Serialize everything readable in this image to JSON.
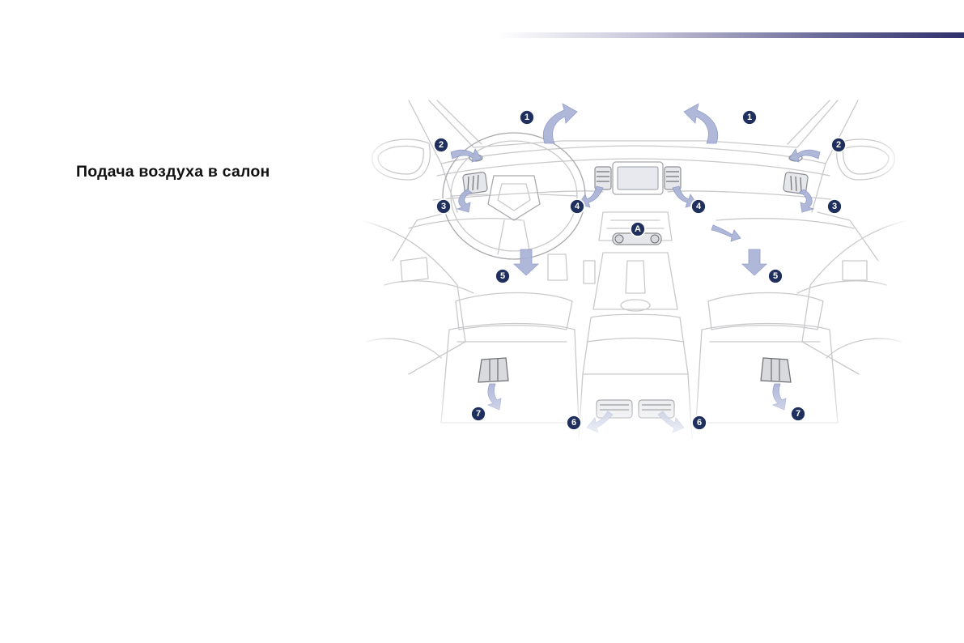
{
  "page": {
    "section_title": "Подача воздуха в салон"
  },
  "diagram": {
    "callouts": [
      {
        "id": "1-left",
        "label": "1"
      },
      {
        "id": "1-right",
        "label": "1"
      },
      {
        "id": "2-left",
        "label": "2"
      },
      {
        "id": "2-right",
        "label": "2"
      },
      {
        "id": "3-left",
        "label": "3"
      },
      {
        "id": "3-right",
        "label": "3"
      },
      {
        "id": "4-left",
        "label": "4"
      },
      {
        "id": "4-right",
        "label": "4"
      },
      {
        "id": "5-left",
        "label": "5"
      },
      {
        "id": "5-right",
        "label": "5"
      },
      {
        "id": "6-left",
        "label": "6"
      },
      {
        "id": "6-right",
        "label": "6"
      },
      {
        "id": "7-left",
        "label": "7"
      },
      {
        "id": "7-right",
        "label": "7"
      },
      {
        "id": "A",
        "label": "A"
      }
    ],
    "colors": {
      "airflow_arrow": "#a9b3d6",
      "callout_badge": "#1f2f5e",
      "header_bar": "#2e2f6a"
    }
  }
}
